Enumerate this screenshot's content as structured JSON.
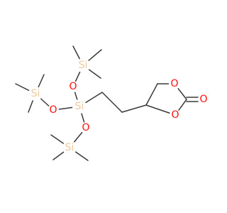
{
  "atoms": [
    {
      "id": "o_ring_top",
      "label": "O",
      "color": "#ff0d0d"
    },
    {
      "id": "o_ring_bottom",
      "label": "O",
      "color": "#ff0d0d"
    },
    {
      "id": "o_carbonyl",
      "label": "O",
      "color": "#ff0d0d"
    },
    {
      "id": "si_center",
      "label": "Si",
      "color": "#f0c8a0"
    },
    {
      "id": "si_top",
      "label": "Si",
      "color": "#f0c8a0"
    },
    {
      "id": "si_left",
      "label": "Si",
      "color": "#f0c8a0"
    },
    {
      "id": "si_bottom",
      "label": "Si",
      "color": "#f0c8a0"
    },
    {
      "id": "o_top",
      "label": "O",
      "color": "#ff0d0d"
    },
    {
      "id": "o_left",
      "label": "O",
      "color": "#ff0d0d"
    },
    {
      "id": "o_bottom",
      "label": "O",
      "color": "#ff0d0d"
    }
  ],
  "colors": {
    "bond": "#3a3a3a",
    "oxygen": "#ff0d0d",
    "silicon": "#f0c8a0"
  }
}
